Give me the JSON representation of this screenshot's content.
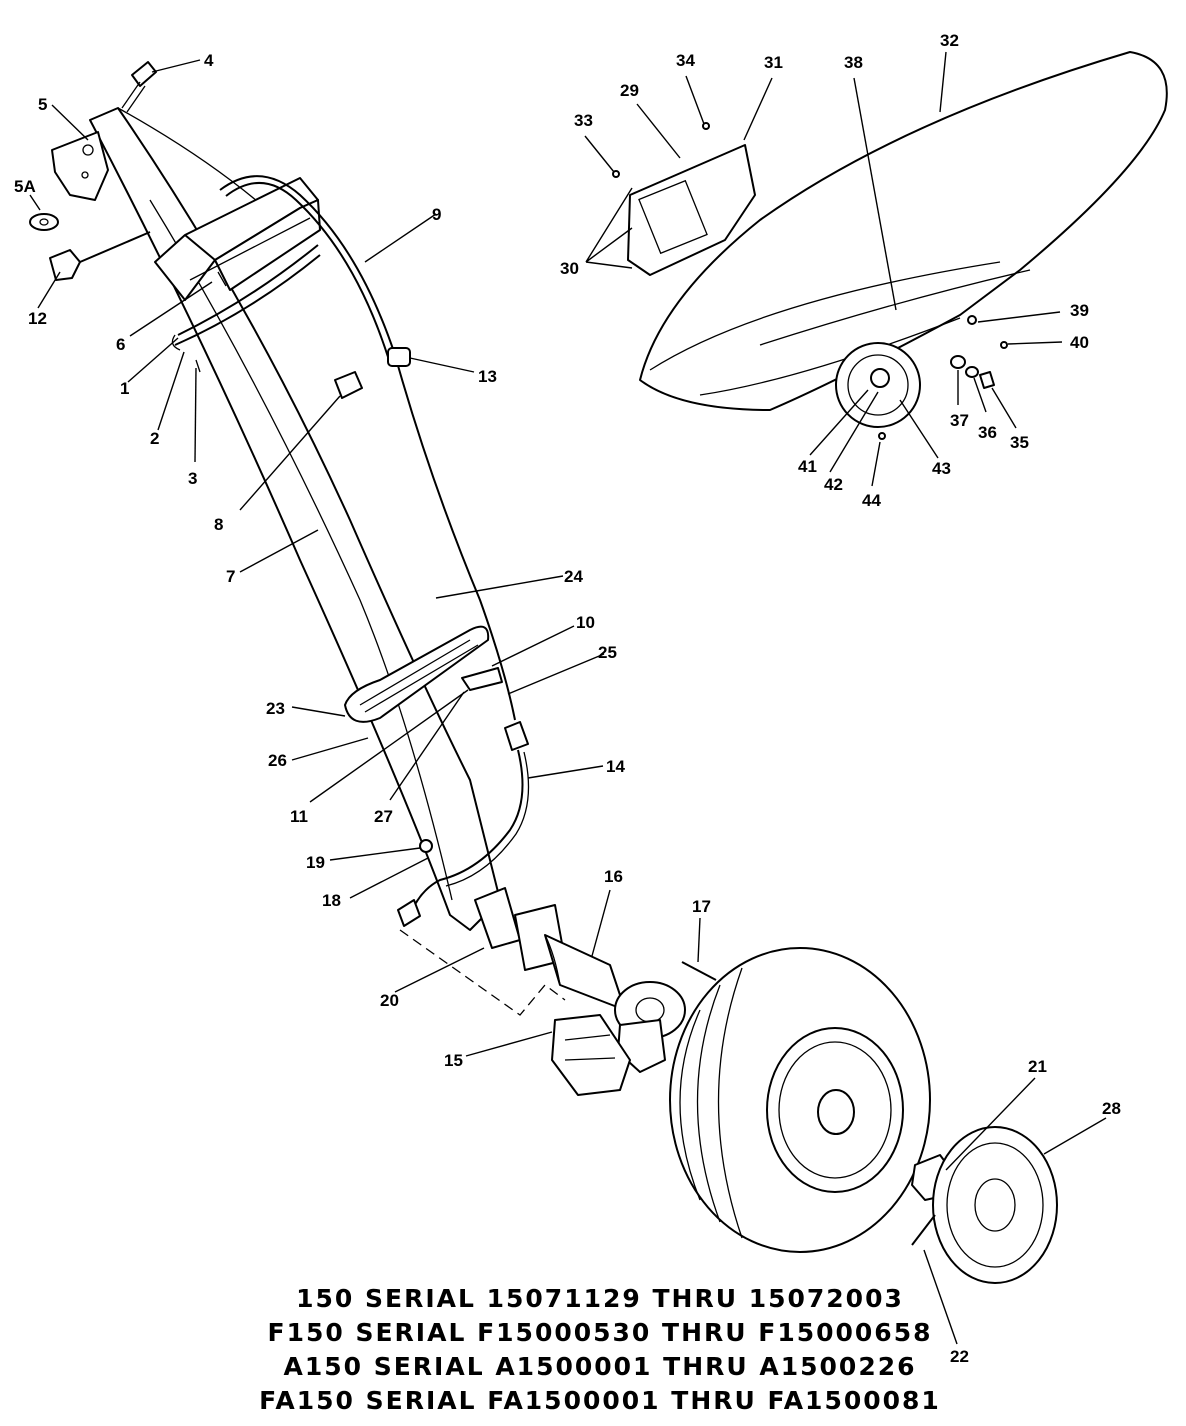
{
  "callouts": {
    "c1": "1",
    "c2": "2",
    "c3": "3",
    "c4": "4",
    "c5": "5",
    "c5a": "5A",
    "c6": "6",
    "c7": "7",
    "c8": "8",
    "c9": "9",
    "c10": "10",
    "c11": "11",
    "c12": "12",
    "c13": "13",
    "c14": "14",
    "c15": "15",
    "c16": "16",
    "c17": "17",
    "c18": "18",
    "c19": "19",
    "c20": "20",
    "c21": "21",
    "c22": "22",
    "c23": "23",
    "c24": "24",
    "c25": "25",
    "c26": "26",
    "c27": "27",
    "c28": "28",
    "c29": "29",
    "c30": "30",
    "c31": "31",
    "c32": "32",
    "c33": "33",
    "c34": "34",
    "c35": "35",
    "c36": "36",
    "c37": "37",
    "c38": "38",
    "c39": "39",
    "c40": "40",
    "c41": "41",
    "c42": "42",
    "c43": "43",
    "c44": "44"
  },
  "serials": [
    "150 SERIAL 15071129 THRU 15072003",
    "F150 SERIAL F15000530 THRU F15000658",
    "A150 SERIAL A1500001 THRU A1500226",
    "FA150 SERIAL FA1500001 THRU FA1500081"
  ]
}
